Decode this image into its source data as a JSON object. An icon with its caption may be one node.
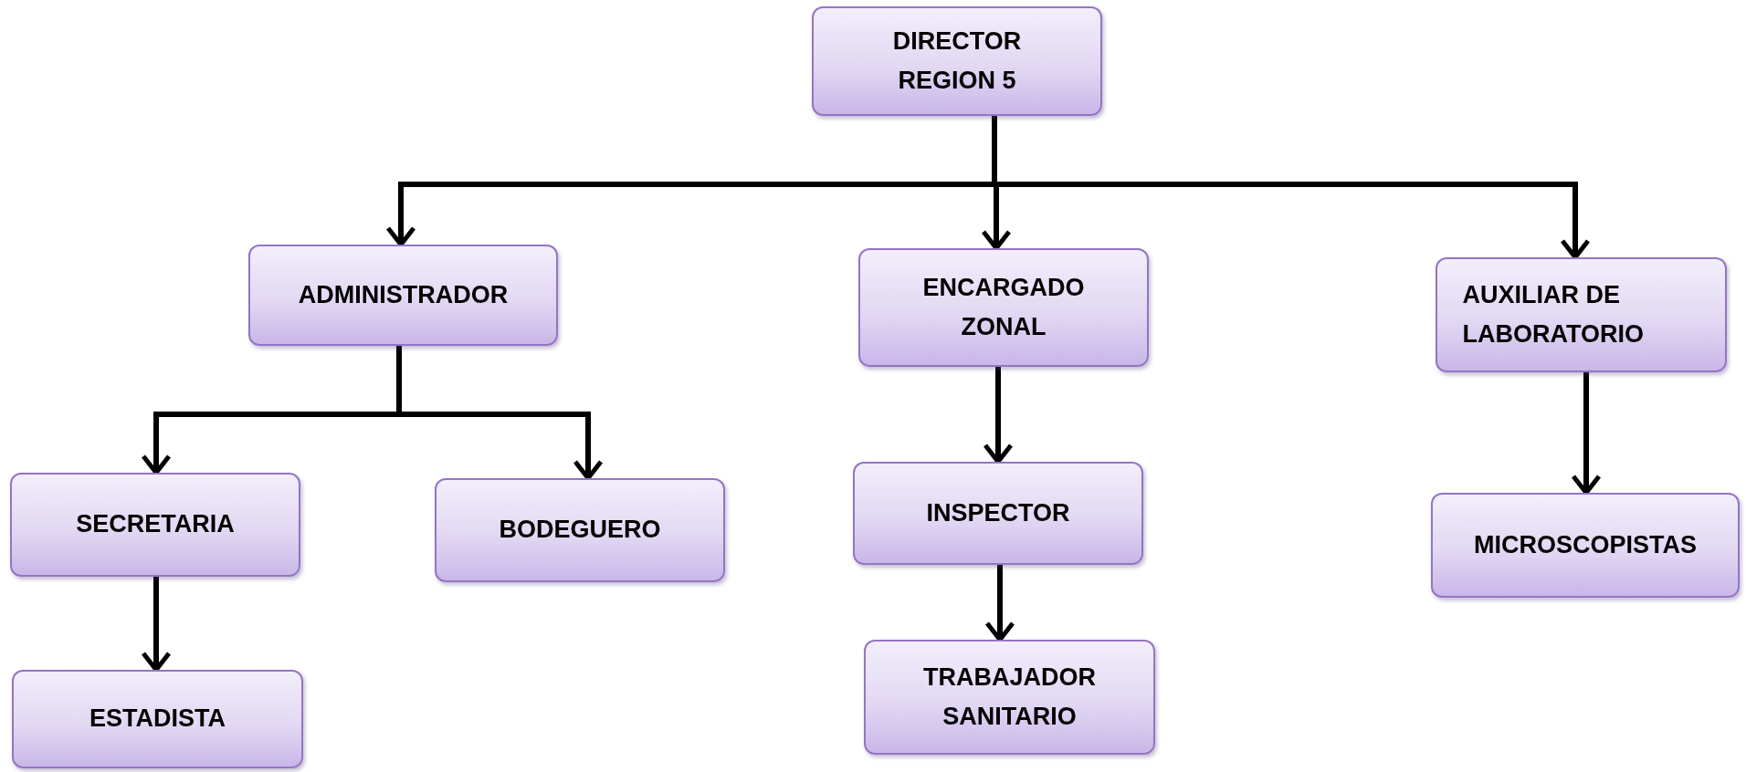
{
  "diagram": {
    "nodes": [
      {
        "text": [
          "DIRECTOR REGION 5"
        ]
      },
      {
        "text": [
          "ADMINISTRADOR"
        ]
      },
      {
        "text": [
          "ENCARGADO ZONAL"
        ]
      },
      {
        "text": [
          "AUXILIAR DE LABORATORIO"
        ]
      },
      {
        "text": [
          "SECRETARIA"
        ]
      },
      {
        "text": [
          "BODEGUERO"
        ]
      },
      {
        "text": [
          "ESTADISTA"
        ]
      },
      {
        "text": [
          "INSPECTOR"
        ]
      },
      {
        "text": [
          "TRABAJADOR SANITARIO"
        ]
      },
      {
        "text": [
          "MICROSCOPISTAS"
        ]
      }
    ],
    "edges": [
      {
        "from": 0,
        "to": 1,
        "arrow": "to"
      },
      {
        "from": 0,
        "to": 2,
        "arrow": "to"
      },
      {
        "from": 0,
        "to": 3,
        "arrow": "to"
      },
      {
        "from": 1,
        "to": 4,
        "arrow": "to"
      },
      {
        "from": 1,
        "to": 5,
        "arrow": "to"
      },
      {
        "from": 4,
        "to": 6,
        "arrow": "to"
      },
      {
        "from": 2,
        "to": 7,
        "arrow": "to"
      },
      {
        "from": 7,
        "to": 8,
        "arrow": "to"
      },
      {
        "from": 3,
        "to": 9,
        "arrow": "to"
      }
    ]
  }
}
